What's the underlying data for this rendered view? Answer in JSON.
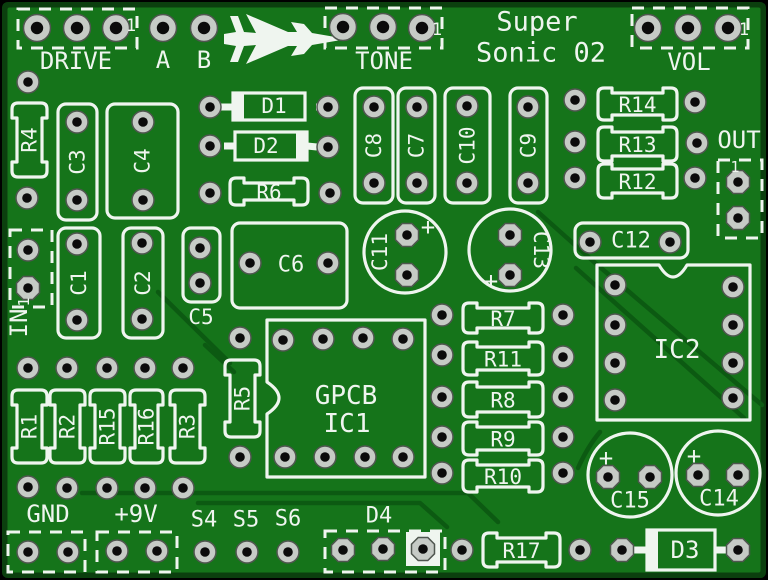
{
  "title": {
    "line1": "Super",
    "line2": "Sonic 02"
  },
  "connectors": {
    "drive": "DRIVE",
    "tone": "TONE",
    "vol": "VOL",
    "input": "IN",
    "output": "OUT",
    "ground": "GND",
    "power": "+9V"
  },
  "pads": {
    "a": "A",
    "b": "B",
    "s4": "S4",
    "s5": "S5",
    "s6": "S6"
  },
  "markers": {
    "pin1": "1",
    "polarity_plus": "+"
  },
  "components": {
    "r1": "R1",
    "r2": "R2",
    "r3": "R3",
    "r4": "R4",
    "r5": "R5",
    "r6": "R6",
    "r7": "R7",
    "r8": "R8",
    "r9": "R9",
    "r10": "R10",
    "r11": "R11",
    "r12": "R12",
    "r13": "R13",
    "r14": "R14",
    "r15": "R15",
    "r16": "R16",
    "r17": "R17",
    "c1": "C1",
    "c2": "C2",
    "c3": "C3",
    "c4": "C4",
    "c5": "C5",
    "c6": "C6",
    "c7": "C7",
    "c8": "C8",
    "c9": "C9",
    "c10": "C10",
    "c11": "C11",
    "c12": "C12",
    "c13": "C13",
    "c14": "C14",
    "c15": "C15",
    "d1": "D1",
    "d2": "D2",
    "d3": "D3",
    "d4": "D4",
    "ic1_label": "GPCB",
    "ic1": "IC1",
    "ic2": "IC2"
  },
  "colors": {
    "board": "#15741a",
    "trace": "#0c5a12",
    "silkscreen": "#eff5ef",
    "pad_ring": "#c6cbc6",
    "pad_hole": "#0b0b0b",
    "pad_edge": "#4f564f"
  }
}
